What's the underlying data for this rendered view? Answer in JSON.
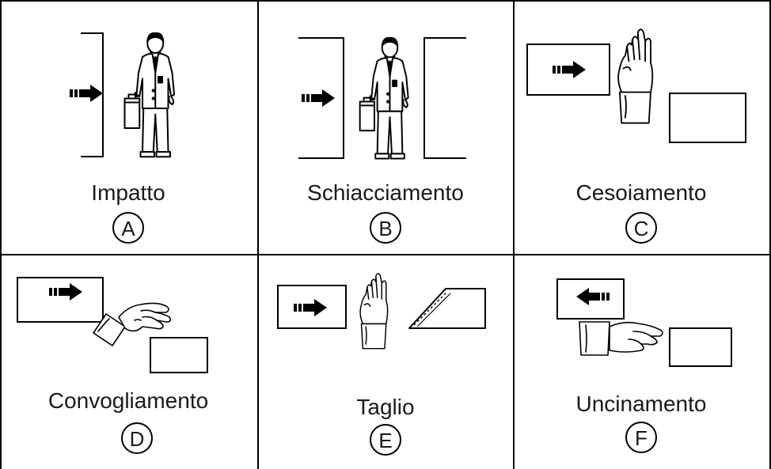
{
  "cells": [
    {
      "label": "Impatto",
      "letter": "A"
    },
    {
      "label": "Schiacciamento",
      "letter": "B"
    },
    {
      "label": "Cesoiamento",
      "letter": "C"
    },
    {
      "label": "Convogliamento",
      "letter": "D"
    },
    {
      "label": "Taglio",
      "letter": "E"
    },
    {
      "label": "Uncinamento",
      "letter": "F"
    }
  ]
}
